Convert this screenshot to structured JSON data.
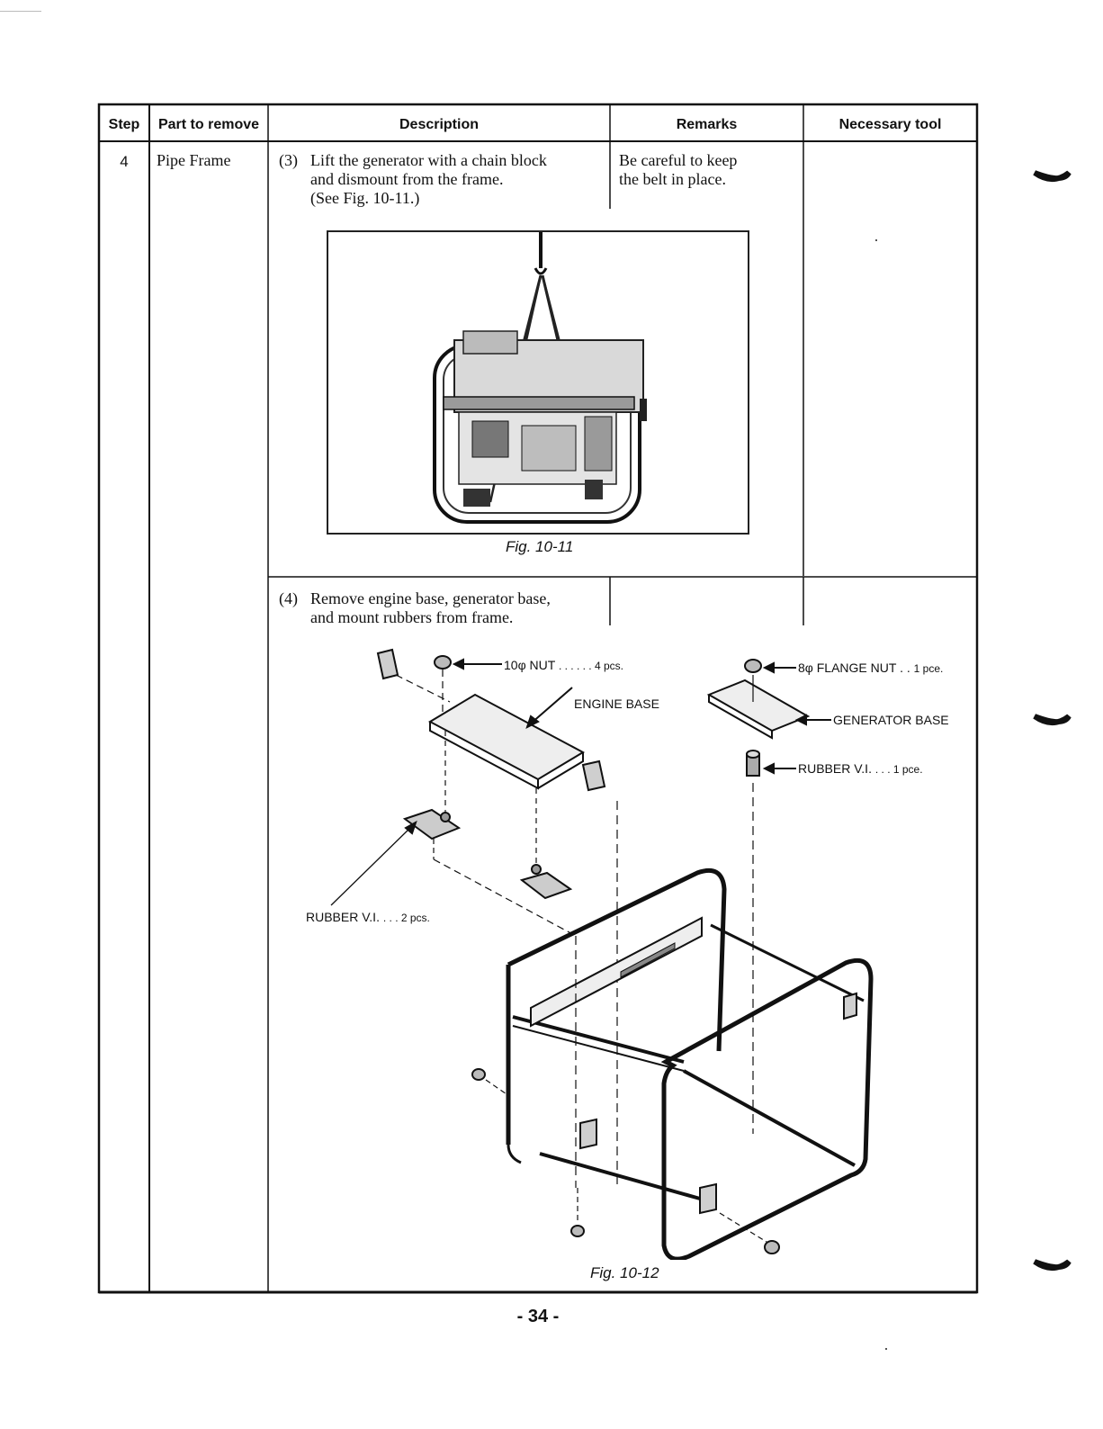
{
  "table": {
    "headers": {
      "step": "Step",
      "part": "Part to remove",
      "description": "Description",
      "remarks": "Remarks",
      "tool": "Necessary tool"
    },
    "row": {
      "step": "4",
      "part": "Pipe Frame"
    }
  },
  "step3": {
    "number": "(3)",
    "line1": "Lift the generator with a chain block",
    "line2": "and dismount from the frame.",
    "line3": "(See Fig. 10-11.)",
    "remark_line1": "Be careful to keep",
    "remark_line2": "the belt in place.",
    "figure_caption": "Fig. 10-11"
  },
  "step4": {
    "number": "(4)",
    "line1": "Remove engine base, generator base,",
    "line2": "and mount rubbers from frame.",
    "figure_caption": "Fig. 10-12",
    "labels": {
      "nut": "10φ NUT",
      "nut_qty": ". . . . . . 4 pcs.",
      "engine_base": "ENGINE BASE",
      "flange_nut": "8φ FLANGE NUT . .",
      "flange_qty": "1 pce.",
      "generator_base": "GENERATOR BASE",
      "rubber_right": "RUBBER V.I.",
      "rubber_right_qty": ". . . 1 pce.",
      "rubber_left": "RUBBER V.I.",
      "rubber_left_qty": ". . . 2 pcs."
    }
  },
  "page_number": "- 34 -"
}
